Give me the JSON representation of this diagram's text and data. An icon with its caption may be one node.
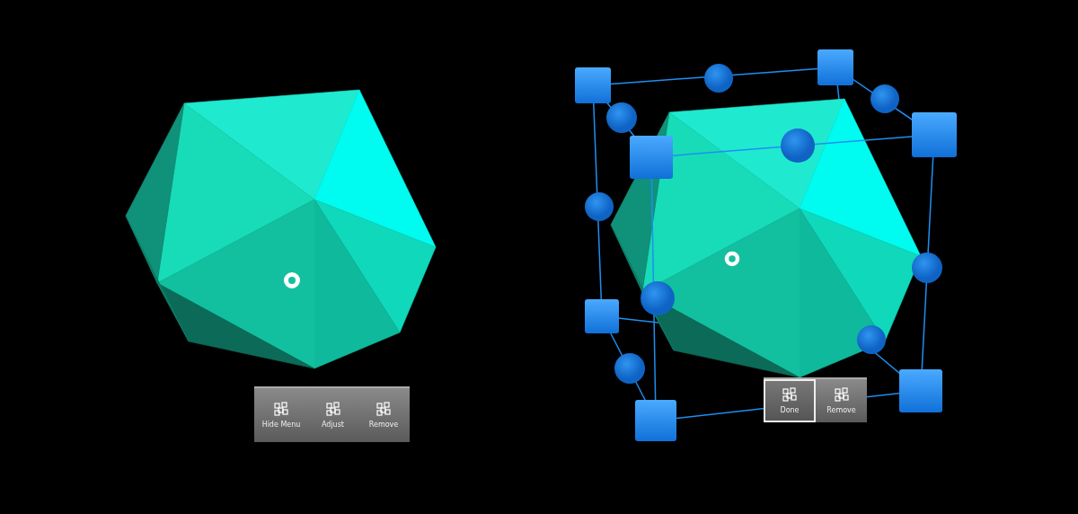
{
  "diagram": {
    "nodes": [
      {
        "text": [],
        "shape": "bar"
      },
      {
        "text": [
          "Hide Menu"
        ],
        "in": 0
      },
      {
        "text": [
          "Adjust"
        ],
        "in": 0
      },
      {
        "text": [
          "Remove"
        ],
        "in": 0
      },
      {
        "text": [],
        "shape": "bar"
      },
      {
        "text": [
          "Done"
        ],
        "in": 4
      },
      {
        "text": [
          "Remove"
        ],
        "in": 4
      }
    ]
  }
}
